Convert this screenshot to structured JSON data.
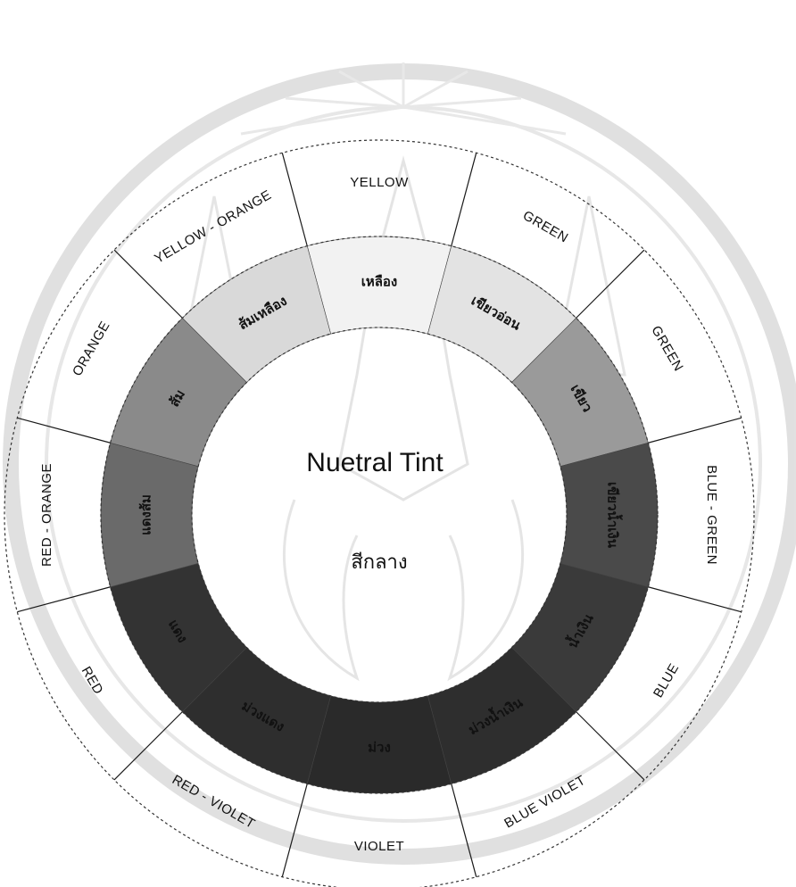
{
  "center": {
    "title": "Nuetral Tint",
    "subtitle": "สีกลาง"
  },
  "segments": [
    {
      "name": "YELLOW",
      "thai": "เหลือง",
      "shade": "#f2f2f2",
      "thai_dark": false
    },
    {
      "name": "GREEN",
      "thai": "เขียวอ่อน",
      "shade": "#e3e3e3",
      "thai_dark": false
    },
    {
      "name": "GREEN",
      "thai": "เขียว",
      "shade": "#9a9a9a",
      "thai_dark": false
    },
    {
      "name": "BLUE - GREEN",
      "thai": "เขียวน้ำเงิน",
      "shade": "#4a4a4a",
      "thai_dark": true
    },
    {
      "name": "BLUE",
      "thai": "น้ำเงิน",
      "shade": "#3a3a3a",
      "thai_dark": true
    },
    {
      "name": "BLUE VIOLET",
      "thai": "ม่วงน้ำเงิน",
      "shade": "#2e2e2e",
      "thai_dark": true
    },
    {
      "name": "VIOLET",
      "thai": "ม่วง",
      "shade": "#2a2a2a",
      "thai_dark": true
    },
    {
      "name": "RED - VIOLET",
      "thai": "ม่วงแดง",
      "shade": "#2e2e2e",
      "thai_dark": true
    },
    {
      "name": "RED",
      "thai": "แดง",
      "shade": "#333333",
      "thai_dark": true
    },
    {
      "name": "RED - ORANGE",
      "thai": "แดงส้ม",
      "shade": "#6a6a6a",
      "thai_dark": false
    },
    {
      "name": "ORANGE",
      "thai": "ส้ม",
      "shade": "#8a8a8a",
      "thai_dark": false
    },
    {
      "name": "YELLOW - ORANGE",
      "thai": "ส้มเหลือง",
      "shade": "#d9d9d9",
      "thai_dark": false
    }
  ],
  "colors": {
    "ink": "#111111",
    "background": "#ffffff",
    "watermark": "#c8c8c8"
  }
}
